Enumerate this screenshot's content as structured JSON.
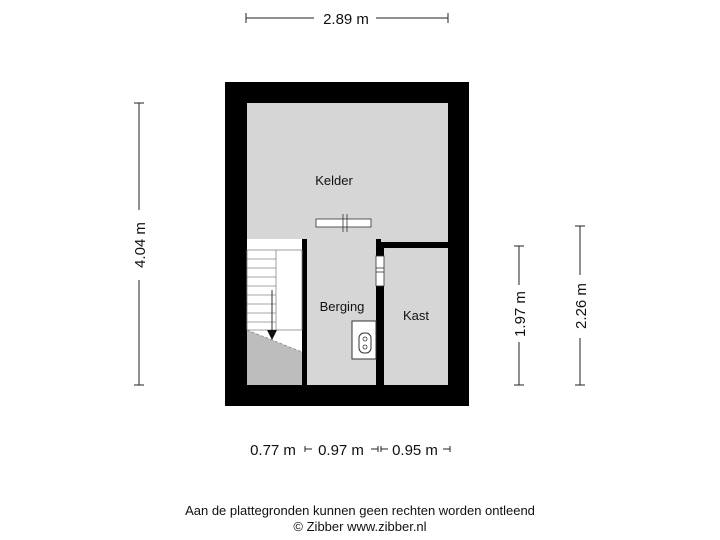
{
  "rooms": {
    "kelder": "Kelder",
    "berging": "Berging",
    "kast": "Kast"
  },
  "dimensions": {
    "top_width": "2.89 m",
    "left_height": "4.04 m",
    "right_height_inner": "1.97 m",
    "right_height_outer": "2.26 m",
    "bottom_1": "0.77 m",
    "bottom_2": "0.97 m",
    "bottom_3": "0.95 m"
  },
  "footer": {
    "disclaimer": "Aan de plattegronden kunnen geen rechten worden ontleend",
    "copyright": "© Zibber www.zibber.nl"
  },
  "colors": {
    "wall": "#000000",
    "floor": "#d6d6d6",
    "stair_floor": "#bdbdbd",
    "background": "#ffffff"
  }
}
